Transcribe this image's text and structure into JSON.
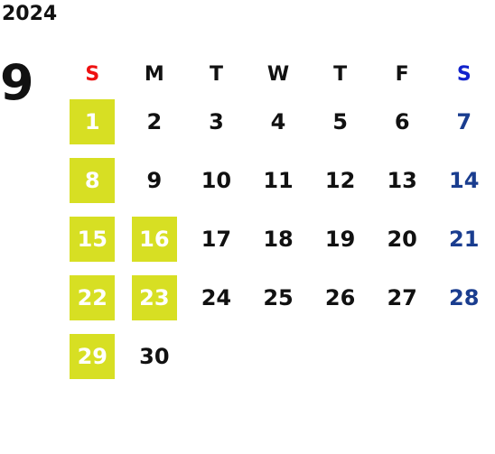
{
  "year": "2024",
  "month": "9",
  "weekdays": [
    "S",
    "M",
    "T",
    "W",
    "T",
    "F",
    "S"
  ],
  "colors": {
    "highlight": "#d7df23",
    "sunday_header": "#ee1111",
    "saturday_header": "#1122cc",
    "saturday": "#1a3d8f"
  },
  "weeks": [
    [
      {
        "d": "1",
        "hl": true
      },
      {
        "d": "2"
      },
      {
        "d": "3"
      },
      {
        "d": "4"
      },
      {
        "d": "5"
      },
      {
        "d": "6"
      },
      {
        "d": "7"
      }
    ],
    [
      {
        "d": "8",
        "hl": true
      },
      {
        "d": "9"
      },
      {
        "d": "10"
      },
      {
        "d": "11"
      },
      {
        "d": "12"
      },
      {
        "d": "13"
      },
      {
        "d": "14"
      }
    ],
    [
      {
        "d": "15",
        "hl": true
      },
      {
        "d": "16",
        "hl": true
      },
      {
        "d": "17"
      },
      {
        "d": "18"
      },
      {
        "d": "19"
      },
      {
        "d": "20"
      },
      {
        "d": "21"
      }
    ],
    [
      {
        "d": "22",
        "hl": true
      },
      {
        "d": "23",
        "hl": true
      },
      {
        "d": "24"
      },
      {
        "d": "25"
      },
      {
        "d": "26"
      },
      {
        "d": "27"
      },
      {
        "d": "28"
      }
    ],
    [
      {
        "d": "29",
        "hl": true
      },
      {
        "d": "30"
      }
    ]
  ]
}
